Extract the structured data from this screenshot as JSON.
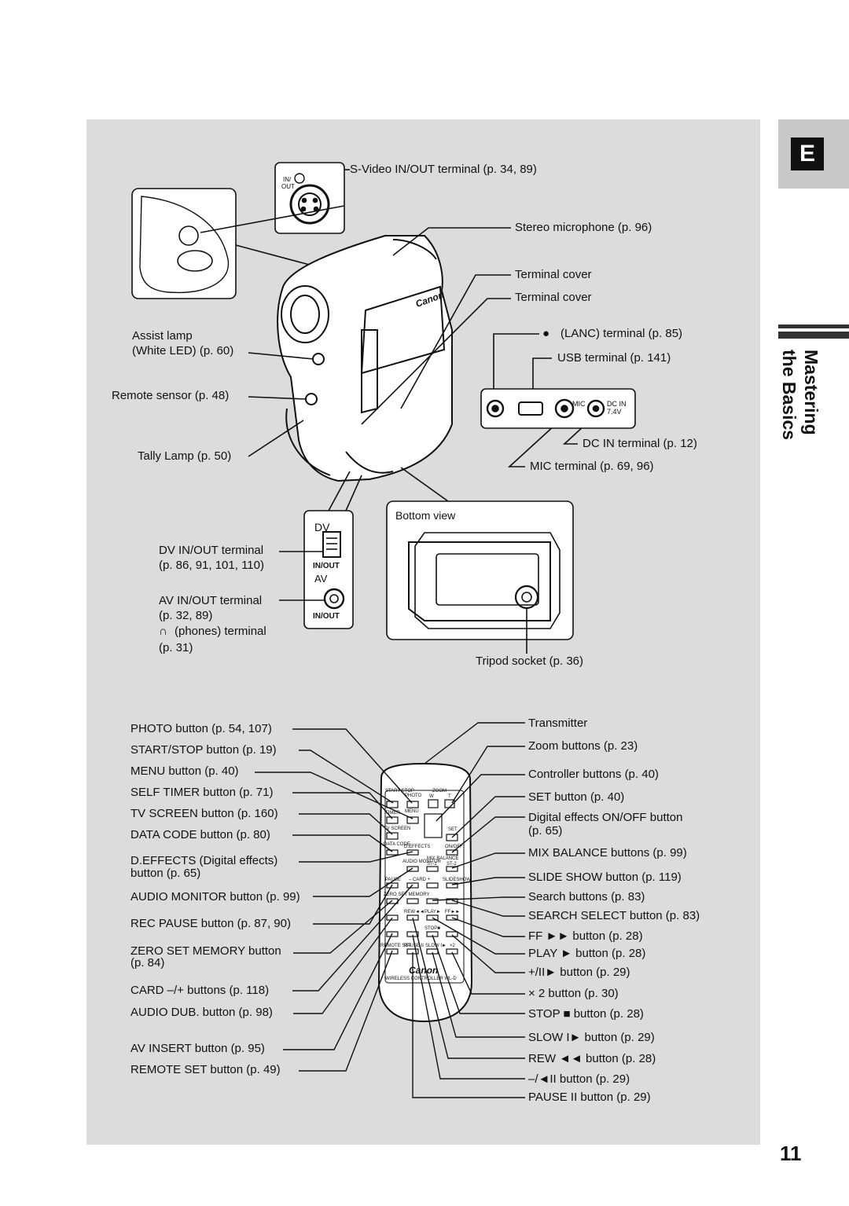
{
  "tab_letter": "E",
  "section_title": {
    "line1": "Mastering",
    "line2": "the Basics"
  },
  "page_number": "11",
  "camera_labels": {
    "svideo": "S-Video IN/OUT terminal (p. 34, 89)",
    "stereo_mic": "Stereo microphone (p. 96)",
    "terminal_cover_1": "Terminal cover",
    "terminal_cover_2": "Terminal cover",
    "lanc": "(LANC) terminal (p. 85)",
    "usb": "USB terminal (p. 141)",
    "dc_in": "DC IN terminal (p. 12)",
    "mic": "MIC terminal (p. 69, 96)",
    "assist_lamp_1": "Assist lamp",
    "assist_lamp_2": "(White LED) (p. 60)",
    "remote_sensor": "Remote sensor (p. 48)",
    "tally_lamp": "Tally Lamp (p. 50)",
    "dv_inout_1": "DV IN/OUT terminal",
    "dv_inout_2": "(p. 86, 91, 101, 110)",
    "av_inout_1": "AV IN/OUT terminal",
    "av_inout_2": "(p. 32, 89)",
    "phones_1": "(phones) terminal",
    "phones_2": "(p. 31)",
    "bottom_view": "Bottom view",
    "tripod": "Tripod socket (p. 36)"
  },
  "panel_marks": {
    "in_out_top": "IN/",
    "in_out_bottom": "OUT",
    "dv": "DV",
    "in_out_dv": "IN/OUT",
    "av": "AV",
    "in_out_av": "IN/OUT",
    "mic": "MIC",
    "dc_in": "DC IN",
    "volt": "7.4V",
    "brand": "Canon"
  },
  "remote_left_labels": [
    "PHOTO button (p. 54, 107)",
    "START/STOP button (p. 19)",
    "MENU button (p. 40)",
    "SELF TIMER button (p. 71)",
    "TV SCREEN button (p. 160)",
    "DATA CODE button (p. 80)",
    "D.EFFECTS (Digital effects)",
    "button (p. 65)",
    "AUDIO MONITOR button (p. 99)",
    "REC PAUSE button (p. 87, 90)",
    "ZERO SET MEMORY button",
    "(p. 84)",
    "CARD –/+ buttons (p. 118)",
    "AUDIO DUB. button (p. 98)",
    "AV INSERT button (p. 95)",
    "REMOTE SET button (p. 49)"
  ],
  "remote_right_labels": [
    "Transmitter",
    "Zoom buttons (p. 23)",
    "Controller buttons (p. 40)",
    "SET button (p. 40)",
    "Digital effects ON/OFF button",
    "(p. 65)",
    "MIX BALANCE buttons (p. 99)",
    "SLIDE SHOW button (p. 119)",
    "Search buttons (p. 83)",
    "SEARCH SELECT button (p. 83)",
    "FF ►► button (p. 28)",
    "PLAY ► button (p. 28)",
    "+/II► button (p. 29)",
    "× 2 button (p. 30)",
    "STOP ■ button (p. 28)",
    "SLOW I► button (p. 29)",
    "REW ◄◄ button (p. 28)",
    "–/◄II button (p. 29)",
    "PAUSE II button (p. 29)"
  ],
  "remote_keys": {
    "start_stop": "START STOP",
    "photo": "PHOTO",
    "zoom": "ZOOM",
    "w": "W",
    "t": "T",
    "timer": "TIMER",
    "menu": "MENU",
    "tv_screen": "TV SCREEN",
    "set": "SET",
    "data_code": "DATA CODE",
    "d_effects": "D.EFFECTS",
    "on_off": "ON/OFF",
    "audio_monitor": "AUDIO MONITOR",
    "mix_balance": "MIX BALANCE",
    "st1": "ST-1",
    "st2": "ST-2",
    "pause": "PAUSE",
    "card": "– CARD +",
    "slideshow": "SLIDESHOW",
    "zero_set": "ZERO SET MEMORY",
    "rew": "REW◄◄",
    "play": "PLAY►",
    "ff": "FF►►",
    "stop": "STOP■",
    "remote_set": "REMOTE SET",
    "pause2": "PAUSE II",
    "slow": "SLOW I►",
    "x2": "×2",
    "brand": "Canon",
    "footer": "WIRELESS CONTROLLER WL-D"
  }
}
